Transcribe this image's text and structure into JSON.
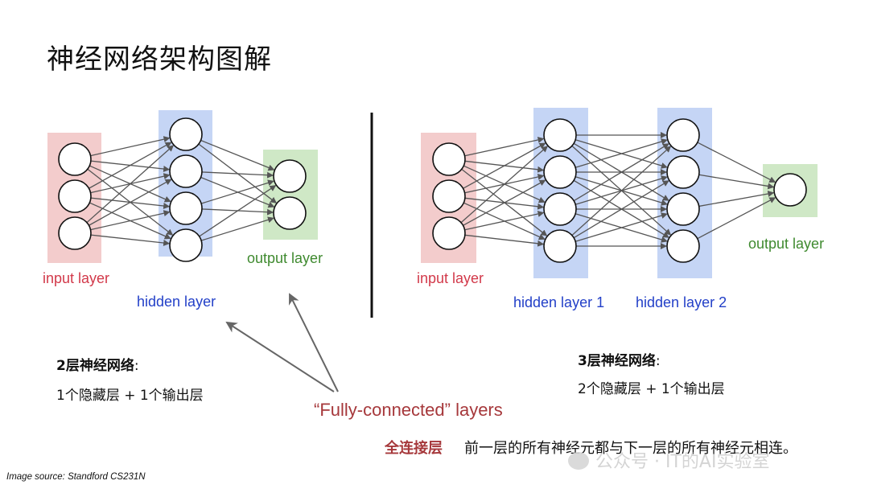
{
  "title": "神经网络架构图解",
  "left_network": {
    "input_label": "input layer",
    "hidden_label": "hidden layer",
    "output_label": "output layer",
    "layer_sizes": [
      3,
      4,
      2
    ]
  },
  "right_network": {
    "input_label": "input layer",
    "hidden1_label": "hidden layer 1",
    "hidden2_label": "hidden layer 2",
    "output_label": "output layer",
    "layer_sizes": [
      3,
      4,
      4,
      1
    ]
  },
  "left_caption": {
    "title": "2层神经网络",
    "colon": ":",
    "text": "1个隐藏层 + 1个输出层"
  },
  "right_caption": {
    "title": "3层神经网络",
    "colon": ":",
    "text": "2个隐藏层 + 1个输出层"
  },
  "fully_connected_label": "“Fully-connected” layers",
  "fcl_term": "全连接层",
  "fcl_description": "前一层的所有神经元都与下一层的所有神经元相连。",
  "watermark": "公众号 · IT的AI实验室",
  "image_source": "Image source: Standford CS231N",
  "colors": {
    "input_fill": "#f3cccc",
    "hidden_fill": "#c5d5f5",
    "output_fill": "#cfe8c6",
    "input_text": "#d2394a",
    "hidden_text": "#2340c8",
    "output_text": "#3f8a2f",
    "accent_red": "#a6383b"
  }
}
